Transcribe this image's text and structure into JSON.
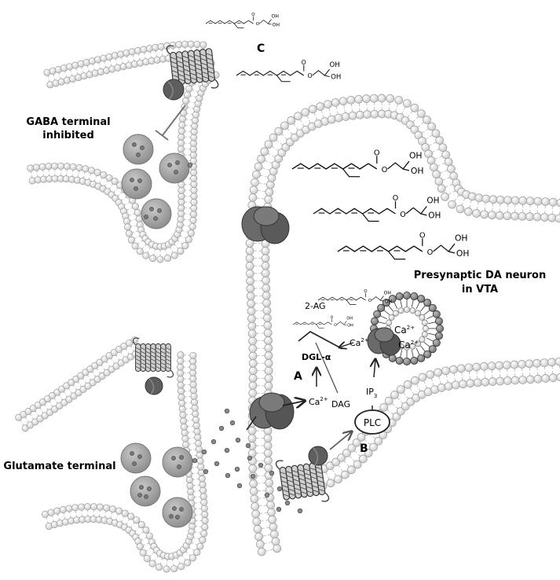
{
  "labels": {
    "gaba_line1": "GABA terminal",
    "gaba_line2": "inhibited",
    "glutamate": "Glutamate terminal",
    "da_line1": "Presynaptic DA neuron",
    "da_line2": "in VTA",
    "panel_a": "A",
    "panel_b": "B",
    "panel_c": "C",
    "two_ag": "2-AG",
    "dgl": "DGL-α",
    "dag": "DAG",
    "ca_left_base": "Ca",
    "ca_left_sup": "2+",
    "ca_mid_base": "Ca",
    "ca_mid_sup": "2+",
    "ca_store1_base": "Ca",
    "ca_store1_sup": "2+",
    "ca_store2_base": "Ca",
    "ca_store2_sup": "2+",
    "ip3_base": "IP",
    "ip3_sub": "3",
    "plc": "PLC",
    "oh": "OH",
    "o": "O"
  },
  "colors": {
    "lipid_head": "#e6e6e6",
    "lipid_edge": "#9a9a9a",
    "protein": "#5e5e5e",
    "vesicle": "#a9a9a9",
    "store_head": "#8c8c8c"
  }
}
